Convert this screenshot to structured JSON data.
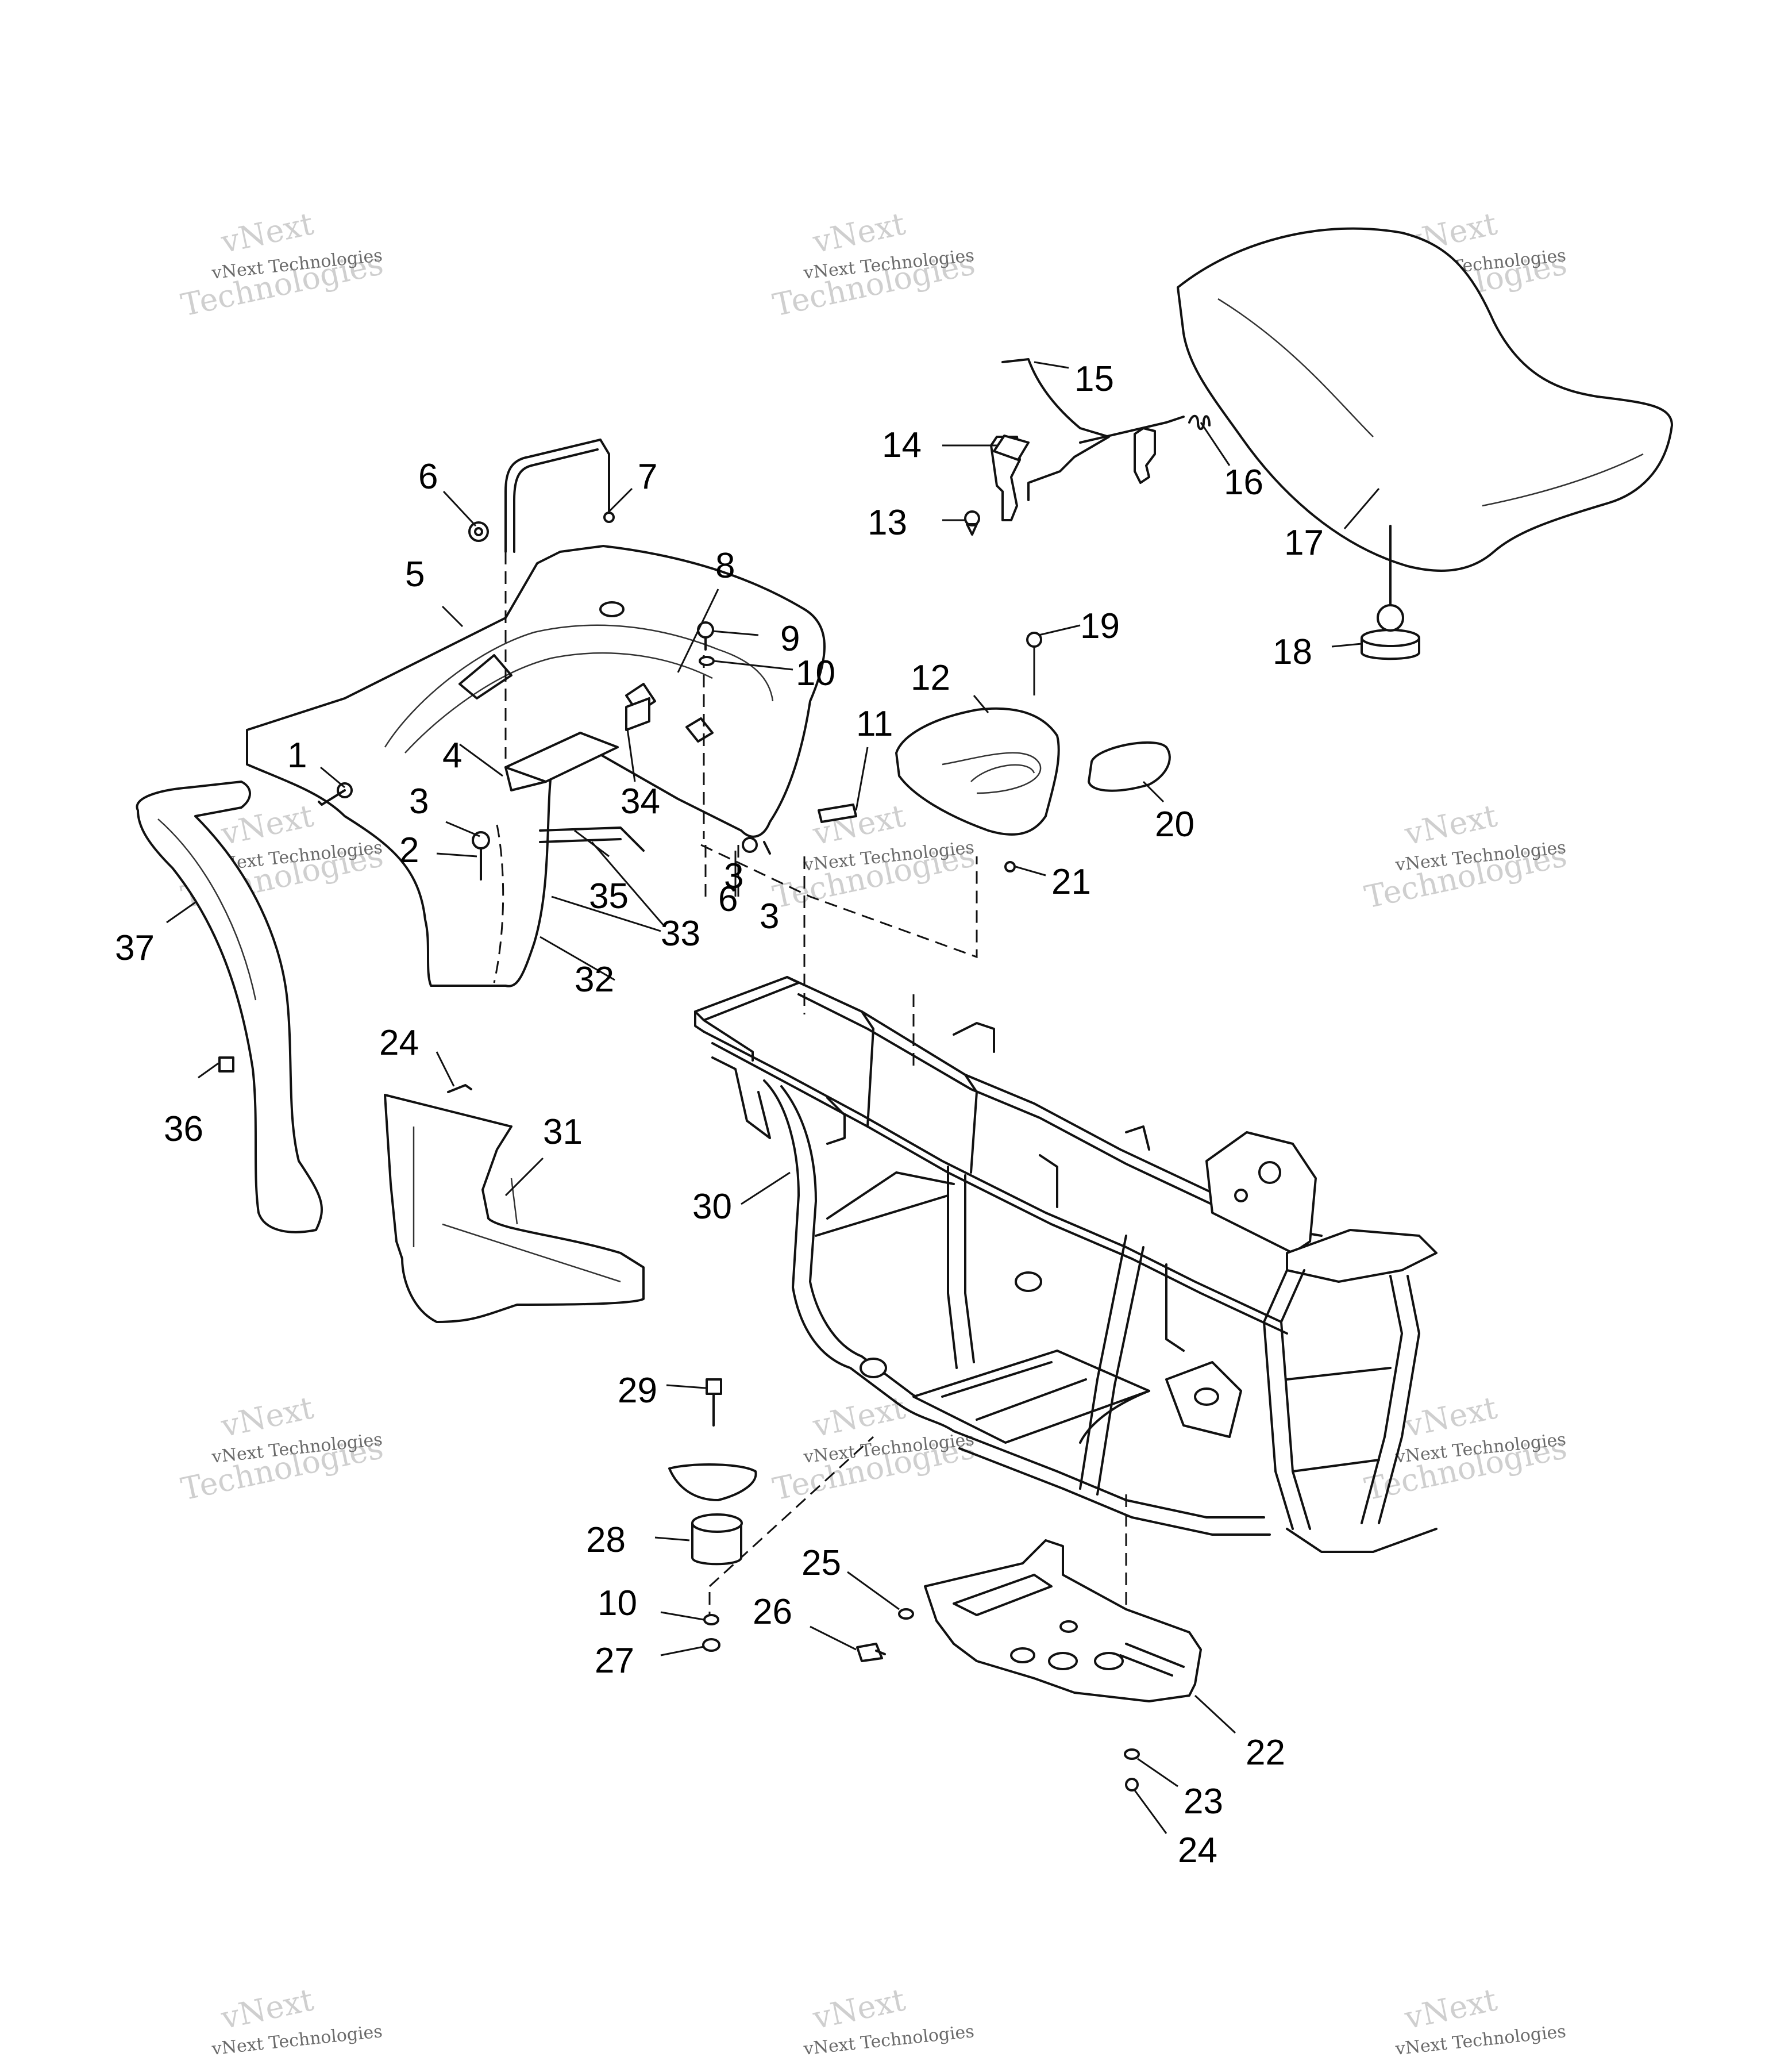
{
  "diagram": {
    "callouts": [
      "1",
      "2",
      "3",
      "3",
      "3",
      "4",
      "5",
      "6",
      "6",
      "7",
      "8",
      "9",
      "10",
      "10",
      "11",
      "12",
      "13",
      "14",
      "15",
      "16",
      "17",
      "18",
      "19",
      "20",
      "21",
      "22",
      "23",
      "24",
      "24",
      "25",
      "26",
      "27",
      "28",
      "29",
      "30",
      "31",
      "32",
      "33",
      "34",
      "35",
      "36",
      "37"
    ]
  },
  "watermark": {
    "line1": "vNext Technologies",
    "line2": "vNext",
    "line3": "Technologies"
  }
}
